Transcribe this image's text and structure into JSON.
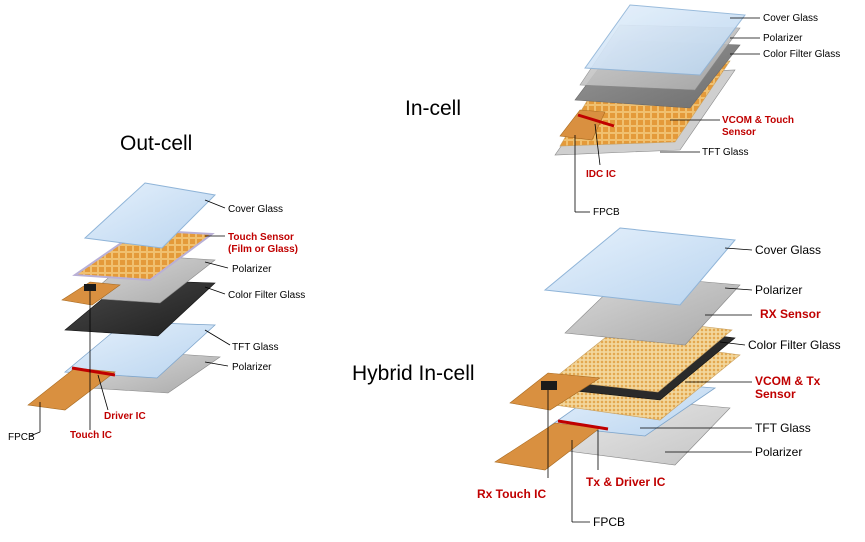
{
  "titles": {
    "outcell": "Out-cell",
    "incell": "In-cell",
    "hybrid": "Hybrid In-cell"
  },
  "outcell": {
    "cover_glass": "Cover Glass",
    "touch_sensor_line1": "Touch Sensor",
    "touch_sensor_line2": "(Film or Glass)",
    "polarizer_top": "Polarizer",
    "color_filter_glass": "Color Filter Glass",
    "tft_glass": "TFT Glass",
    "polarizer_bottom": "Polarizer",
    "driver_ic": "Driver IC",
    "touch_ic": "Touch IC",
    "fpcb": "FPCB"
  },
  "incell": {
    "cover_glass": "Cover Glass",
    "polarizer": "Polarizer",
    "color_filter_glass": "Color Filter Glass",
    "vcom_line1": "VCOM & Touch",
    "vcom_line2": "Sensor",
    "tft_glass": "TFT Glass",
    "idc_ic": "IDC IC",
    "fpcb": "FPCB"
  },
  "hybrid": {
    "cover_glass": "Cover Glass",
    "polarizer_top": "Polarizer",
    "rx_sensor": "RX Sensor",
    "color_filter_glass": "Color Filter Glass",
    "vcom_line1": "VCOM & Tx",
    "vcom_line2": "Sensor",
    "tft_glass": "TFT Glass",
    "polarizer_bottom": "Polarizer",
    "rx_touch_ic": "Rx Touch IC",
    "tx_driver_ic": "Tx & Driver IC",
    "fpcb": "FPCB"
  },
  "colors": {
    "glass": "#cfe3f7",
    "polarizer": "#c8c8c8",
    "cf_dark": "#3a3a3a",
    "sensor": "#e8b060",
    "fpcb": "#d99040",
    "accent_red": "#c00000"
  }
}
